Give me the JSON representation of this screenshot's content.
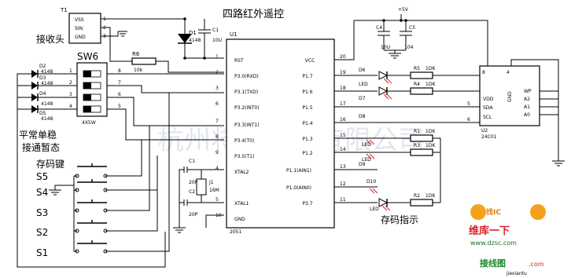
{
  "title": "四路红外遥控",
  "mcu": {
    "ref": "U1",
    "part": "2051",
    "left_pins": [
      {
        "num": "1",
        "name": "RST"
      },
      {
        "num": "2",
        "name": "P3.0(RXD)"
      },
      {
        "num": "3",
        "name": "P3.1(TXD)"
      },
      {
        "num": "6",
        "name": "P3.2(INT0)"
      },
      {
        "num": "7",
        "name": "P3.3(INT1)"
      },
      {
        "num": "8",
        "name": "P3.4(T0)"
      },
      {
        "num": "9",
        "name": "P3.5(T1)"
      },
      {
        "num": "4",
        "name": "XTAL2"
      },
      {
        "num": "5",
        "name": "XTAL1"
      },
      {
        "num": "10",
        "name": "GND"
      }
    ],
    "right_pins": [
      {
        "num": "20",
        "name": "VCC"
      },
      {
        "num": "19",
        "name": "P1.7"
      },
      {
        "num": "18",
        "name": "P1.6"
      },
      {
        "num": "17",
        "name": "P1.5"
      },
      {
        "num": "16",
        "name": "P1.4"
      },
      {
        "num": "15",
        "name": "P1.3"
      },
      {
        "num": "14",
        "name": "P1.2"
      },
      {
        "num": "13",
        "name": "P1.1(AIN1)"
      },
      {
        "num": "12",
        "name": "P1.0(AIN0)"
      },
      {
        "num": "11",
        "name": "P3.7"
      }
    ]
  },
  "receiver": {
    "ref": "T1",
    "pins": [
      "VSS",
      "SIN",
      "GND"
    ],
    "pin_nums": [
      "1",
      "2",
      "3"
    ],
    "label": "接收头"
  },
  "reset": {
    "r6_ref": "R6",
    "r6_val": "10k",
    "d1_ref": "D1",
    "d1_val": "4148",
    "c1_ref": "C1",
    "c1_val": "10U"
  },
  "power": {
    "vcc": "+5V",
    "c4_ref": "C4",
    "c4_val": "10U",
    "c5_ref": "C5",
    "c5_val": "104"
  },
  "switch_block": {
    "ref": "SW6",
    "part": "4X5W",
    "diodes": [
      {
        "ref": "D2",
        "val": "4148"
      },
      {
        "ref": "D3",
        "val": "4148"
      },
      {
        "ref": "D4",
        "val": "4148"
      },
      {
        "ref": "D5",
        "val": "4148"
      }
    ],
    "pins_left": [
      "1",
      "2",
      "3",
      "4"
    ],
    "pins_right": [
      "8",
      "7",
      "6",
      "5"
    ],
    "mode_label_1": "平常单稳",
    "mode_label_2": "接通暂态"
  },
  "crystal": {
    "c1_ref": "C1",
    "c1_val": "20P",
    "c2_ref": "C2",
    "c2_val": "20P",
    "x_ref": "J1",
    "x_val": "16M"
  },
  "leds": {
    "d6": "D6",
    "d7": "D7",
    "d8": "D8",
    "d9": "D9",
    "d10": "D10",
    "led_label": "LED",
    "resistors": [
      {
        "ref": "R5",
        "val": "1DK"
      },
      {
        "ref": "R4",
        "val": "1DK"
      },
      {
        "ref": "R1",
        "val": "1DK"
      },
      {
        "ref": "R3",
        "val": "1DK"
      },
      {
        "ref": "R2",
        "val": "1DK"
      }
    ]
  },
  "eeprom": {
    "ref": "U2",
    "part": "24C01",
    "pins_left": [
      "VDD",
      "SDA",
      "SCL"
    ],
    "pins_right": [
      "WP",
      "A2",
      "A1",
      "A0"
    ],
    "gnd": "GND",
    "nums": {
      "vdd": "8",
      "gnd": "4",
      "sda": "5",
      "scl": "6"
    }
  },
  "keys": {
    "label": "存码键",
    "names": [
      "S5",
      "S4",
      "S3",
      "S2",
      "S1"
    ]
  },
  "indicator_label": "存码指示",
  "watermarks": {
    "center": "杭州将睿科技有限公司",
    "logo_top": "维库一下",
    "logo_tag": "找IC",
    "logo_url": "www.dzsc.com",
    "corner_main": "接线图",
    "corner_com": ".com",
    "corner_url": "jiexiantu"
  }
}
